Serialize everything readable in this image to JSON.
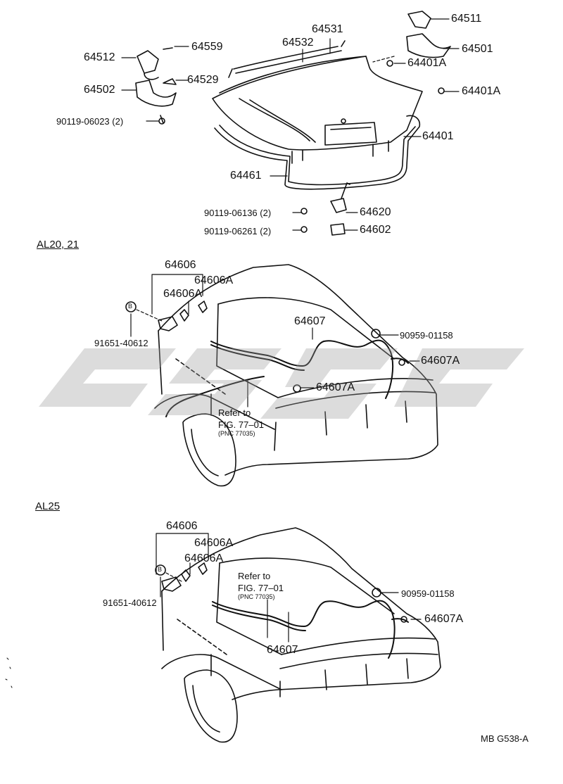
{
  "diagram": {
    "top": {
      "parts": {
        "p64511": "64511",
        "p64531": "64531",
        "p64532": "64532",
        "p64501": "64501",
        "p64512": "64512",
        "p64559": "64559",
        "p64401A_1": "64401A",
        "p64502": "64502",
        "p64529": "64529",
        "p64401A_2": "64401A",
        "p90119_06023": "90119-06023 (2)",
        "p64401": "64401",
        "p64461": "64461",
        "p90119_06136": "90119-06136 (2)",
        "p64620": "64620",
        "p90119_06261": "90119-06261 (2)",
        "p64602": "64602"
      }
    },
    "al2021": {
      "heading": "AL20, 21",
      "parts": {
        "p64606": "64606",
        "p64606A_1": "64606A",
        "p64606A_2": "64606A",
        "p64607": "64607",
        "p90959": "90959-01158",
        "p64607A_1": "64607A",
        "p64607A_2": "64607A",
        "p91651": "91651-40612",
        "bolt_badge": "B"
      },
      "refer": {
        "line1": "Refer to",
        "line2": "FIG. 77–01",
        "pnc": "(PNC 77035)"
      }
    },
    "al25": {
      "heading": "AL25",
      "parts": {
        "p64606": "64606",
        "p64606A_1": "64606A",
        "p64606A_2": "64606A",
        "p90959": "90959-01158",
        "p64607A": "64607A",
        "p91651": "91651-40612",
        "p64607": "64607",
        "bolt_badge": "B"
      },
      "refer": {
        "line1": "Refer to",
        "line2": "FIG. 77–01",
        "pnc": "(PNC 77035)"
      }
    },
    "footer_code": "MB G538-A"
  }
}
